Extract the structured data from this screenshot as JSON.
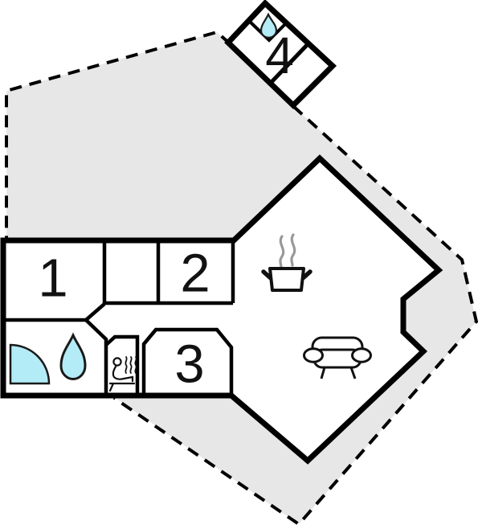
{
  "floorplan": {
    "rooms": [
      {
        "label": "1"
      },
      {
        "label": "2"
      },
      {
        "label": "3"
      },
      {
        "label": "4"
      }
    ],
    "icons": {
      "shower": "shower-quarter-circle-icon",
      "bathroom_water_drop": "water-drop-icon",
      "sauna": "sauna-person-steam-icon",
      "stove": "cooking-pot-steam-icon",
      "sofa": "sofa-icon",
      "annex_water_drop": "water-drop-icon"
    },
    "colors": {
      "plot_fill": "#e7e7e7",
      "wall": "#000000",
      "water": "#b3ecf7",
      "steam": "#999999",
      "background": "#ffffff"
    }
  }
}
